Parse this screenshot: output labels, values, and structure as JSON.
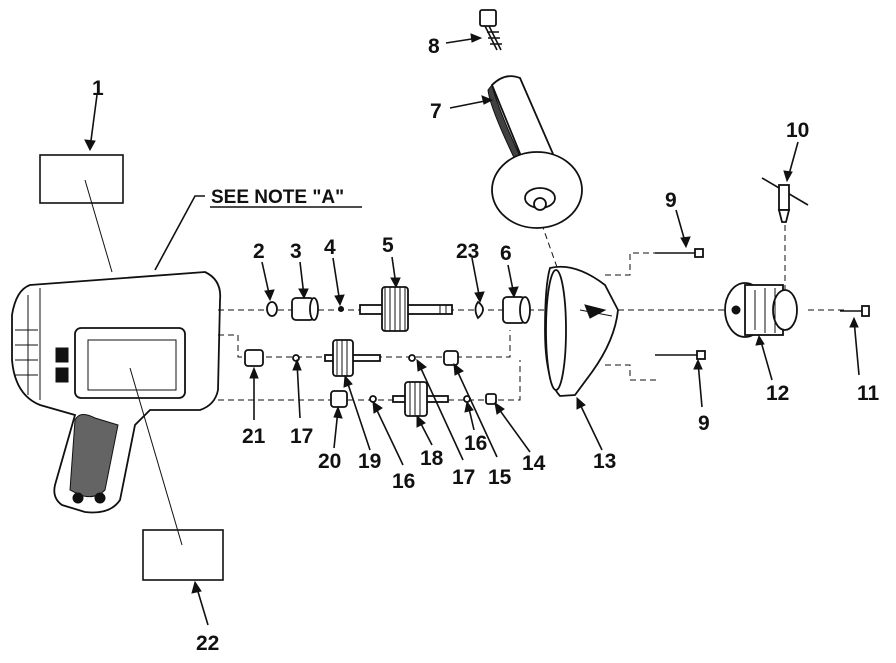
{
  "note_label": "SEE NOTE \"A\"",
  "callouts": [
    "1",
    "2",
    "3",
    "4",
    "5",
    "23",
    "6",
    "7",
    "8",
    "9",
    "10",
    "9",
    "11",
    "12",
    "13",
    "14",
    "15",
    "16",
    "17",
    "18",
    "16",
    "19",
    "17",
    "20",
    "21",
    "22"
  ]
}
